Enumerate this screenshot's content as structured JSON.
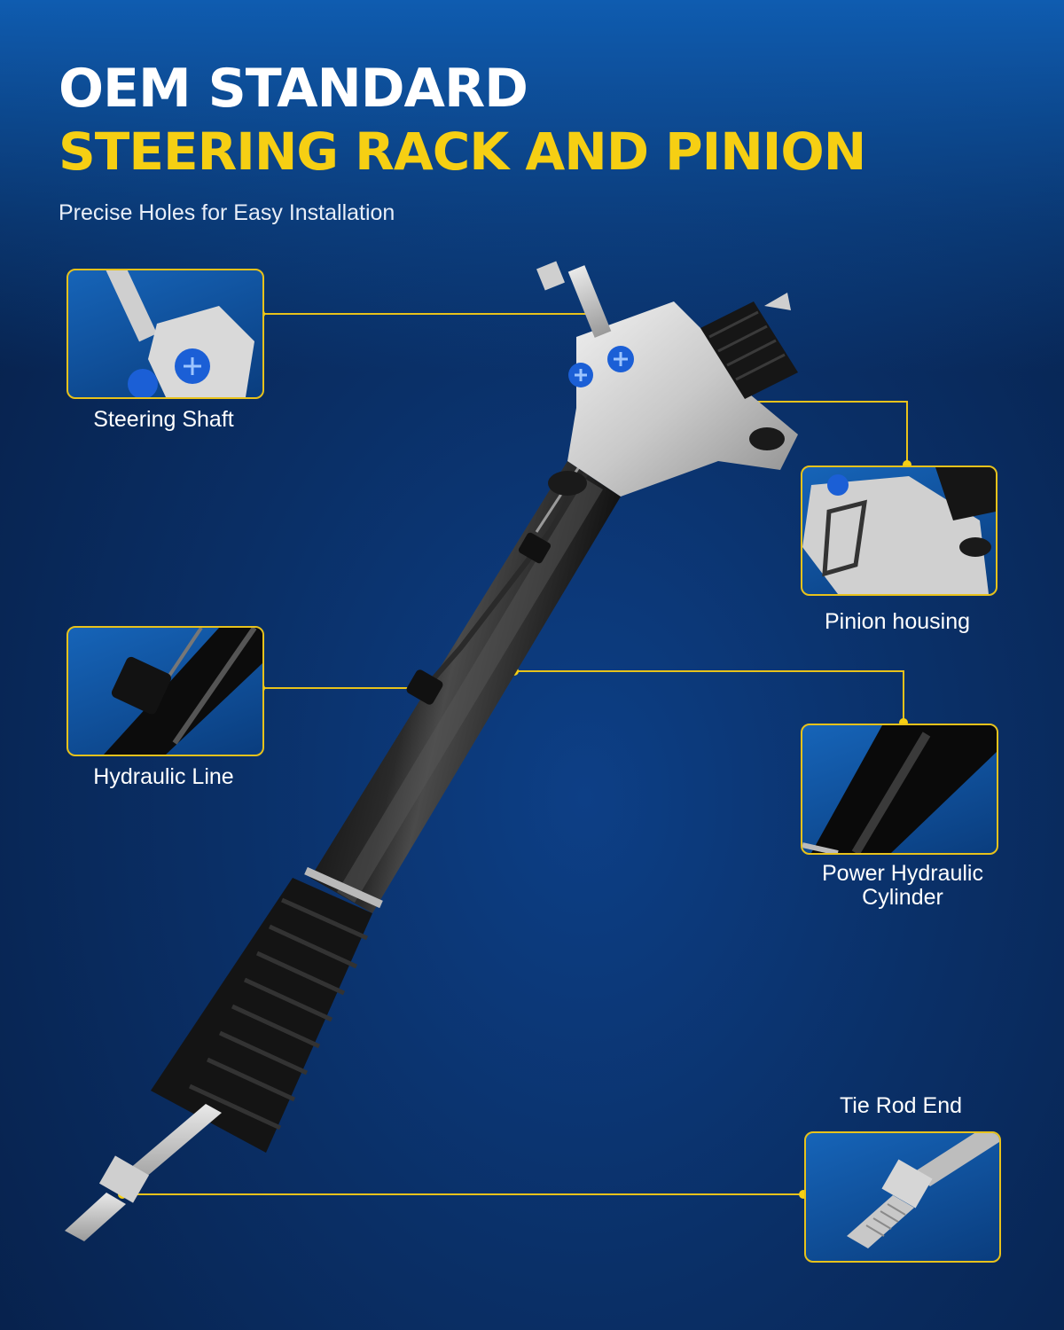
{
  "header": {
    "title_line1": "OEM STANDARD",
    "title_line2": "STEERING RACK AND PINION",
    "subtitle": "Precise Holes for Easy Installation"
  },
  "callouts": [
    {
      "label": "Steering Shaft",
      "icon": "steering-shaft-closeup"
    },
    {
      "label": "Pinion housing",
      "icon": "pinion-housing-closeup"
    },
    {
      "label": "Hydraulic Line",
      "icon": "hydraulic-line-closeup"
    },
    {
      "label": "Power Hydraulic Cylinder",
      "icon": "power-cylinder-closeup"
    },
    {
      "label": "Tie Rod End",
      "icon": "tie-rod-end-closeup"
    }
  ],
  "colors": {
    "accent_yellow": "#f6cf13",
    "background_blue": "#0a2f66",
    "text_white": "#ffffff"
  }
}
